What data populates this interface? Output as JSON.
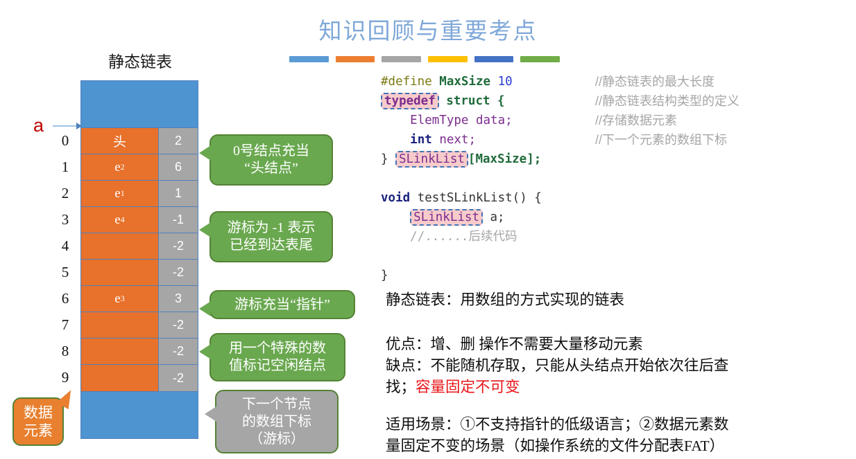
{
  "title": "知识回顾与重要考点",
  "title_bar_colors": [
    "#5B9BD5",
    "#ED7D31",
    "#A5A5A5",
    "#FFC000",
    "#4472C4",
    "#70AD47"
  ],
  "colors": {
    "title": "#7FA8D8",
    "header_band": "#4E94D0",
    "data_cell": "#E8712B",
    "next_cell": "#A6A6A6",
    "callout_green": "#6AA84F",
    "callout_gray": "#A6A6A6",
    "callout_orange": "#E8802F",
    "callout_border": "#548235",
    "pointer_label": "#C00000",
    "warning_text": "#E8171A"
  },
  "diagram": {
    "caption": "静态链表",
    "pointer_label": "a",
    "rows": [
      {
        "index": "0",
        "data": "头",
        "data_sub": "",
        "next": "2"
      },
      {
        "index": "1",
        "data": "e",
        "data_sub": "2",
        "next": "6"
      },
      {
        "index": "2",
        "data": "e",
        "data_sub": "1",
        "next": "1"
      },
      {
        "index": "3",
        "data": "e",
        "data_sub": "4",
        "next": "-1"
      },
      {
        "index": "4",
        "data": "",
        "data_sub": "",
        "next": "-2"
      },
      {
        "index": "5",
        "data": "",
        "data_sub": "",
        "next": "-2"
      },
      {
        "index": "6",
        "data": "e",
        "data_sub": "3",
        "next": "3"
      },
      {
        "index": "7",
        "data": "",
        "data_sub": "",
        "next": "-2"
      },
      {
        "index": "8",
        "data": "",
        "data_sub": "",
        "next": "-2"
      },
      {
        "index": "9",
        "data": "",
        "data_sub": "",
        "next": "-2"
      }
    ],
    "callouts": [
      {
        "name": "head-node",
        "style": "green",
        "lines": [
          "0号结点充当",
          "“头结点”"
        ]
      },
      {
        "name": "tail-marker",
        "style": "green",
        "lines": [
          "游标为 -1 表示",
          "已经到达表尾"
        ]
      },
      {
        "name": "cursor-pointer",
        "style": "green",
        "lines": [
          "游标充当“指针”"
        ]
      },
      {
        "name": "free-node-marker",
        "style": "green",
        "lines": [
          "用一个特殊的数",
          "值标记空闲结点"
        ]
      },
      {
        "name": "next-index",
        "style": "gray",
        "lines": [
          "下一个节点",
          "的数组下标",
          "（游标）"
        ]
      }
    ],
    "data_element_callout": {
      "lines": [
        "数据",
        "元素"
      ]
    }
  },
  "code": {
    "lines": [
      [
        {
          "t": "#define ",
          "c": "k-define"
        },
        {
          "t": "MaxSize ",
          "c": "k-green"
        },
        {
          "t": "10",
          "c": "k-num"
        }
      ],
      [
        {
          "t": "typedef",
          "c": "hl bold"
        },
        {
          "t": " struct {",
          "c": "k-green"
        }
      ],
      [
        {
          "t": "    ",
          "c": "k-plain"
        },
        {
          "t": "ElemType data;",
          "c": "k-purple"
        }
      ],
      [
        {
          "t": "    ",
          "c": "k-plain"
        },
        {
          "t": "int ",
          "c": "k-blue"
        },
        {
          "t": "next;",
          "c": "k-purple"
        }
      ],
      [
        {
          "t": "} ",
          "c": "k-plain"
        },
        {
          "t": "SLinkList",
          "c": "hl"
        },
        {
          "t": "[MaxSize];",
          "c": "k-green"
        }
      ],
      [
        {
          "t": "",
          "c": "k-plain"
        }
      ],
      [
        {
          "t": "void ",
          "c": "k-blue"
        },
        {
          "t": "testSLinkList() {",
          "c": "k-plain"
        }
      ],
      [
        {
          "t": "    ",
          "c": "k-plain"
        },
        {
          "t": "SLinkList",
          "c": "hl"
        },
        {
          "t": " a;",
          "c": "k-plain"
        }
      ],
      [
        {
          "t": "    ",
          "c": "k-plain"
        },
        {
          "t": "//......后续代码",
          "c": "k-comment"
        }
      ],
      [
        {
          "t": "",
          "c": "k-plain"
        }
      ],
      [
        {
          "t": "}",
          "c": "k-plain"
        }
      ]
    ],
    "comments": [
      "//静态链表的最大长度",
      "//静态链表结构类型的定义",
      "//存储数据元素",
      "//下一个元素的数组下标"
    ]
  },
  "notes": {
    "definition": "静态链表：用数组的方式实现的链表",
    "pros": "优点：增、删 操作不需要大量移动元素",
    "cons_line1": "缺点：不能随机存取，只能从头结点开始依次往后查",
    "cons_line2_prefix": "找；",
    "cons_line2_red": "容量固定不可变",
    "usecase_line1": "适用场景：①不支持指针的低级语言；②数据元素数",
    "usecase_line2": "量固定不变的场景（如操作系统的文件分配表FAT）"
  }
}
